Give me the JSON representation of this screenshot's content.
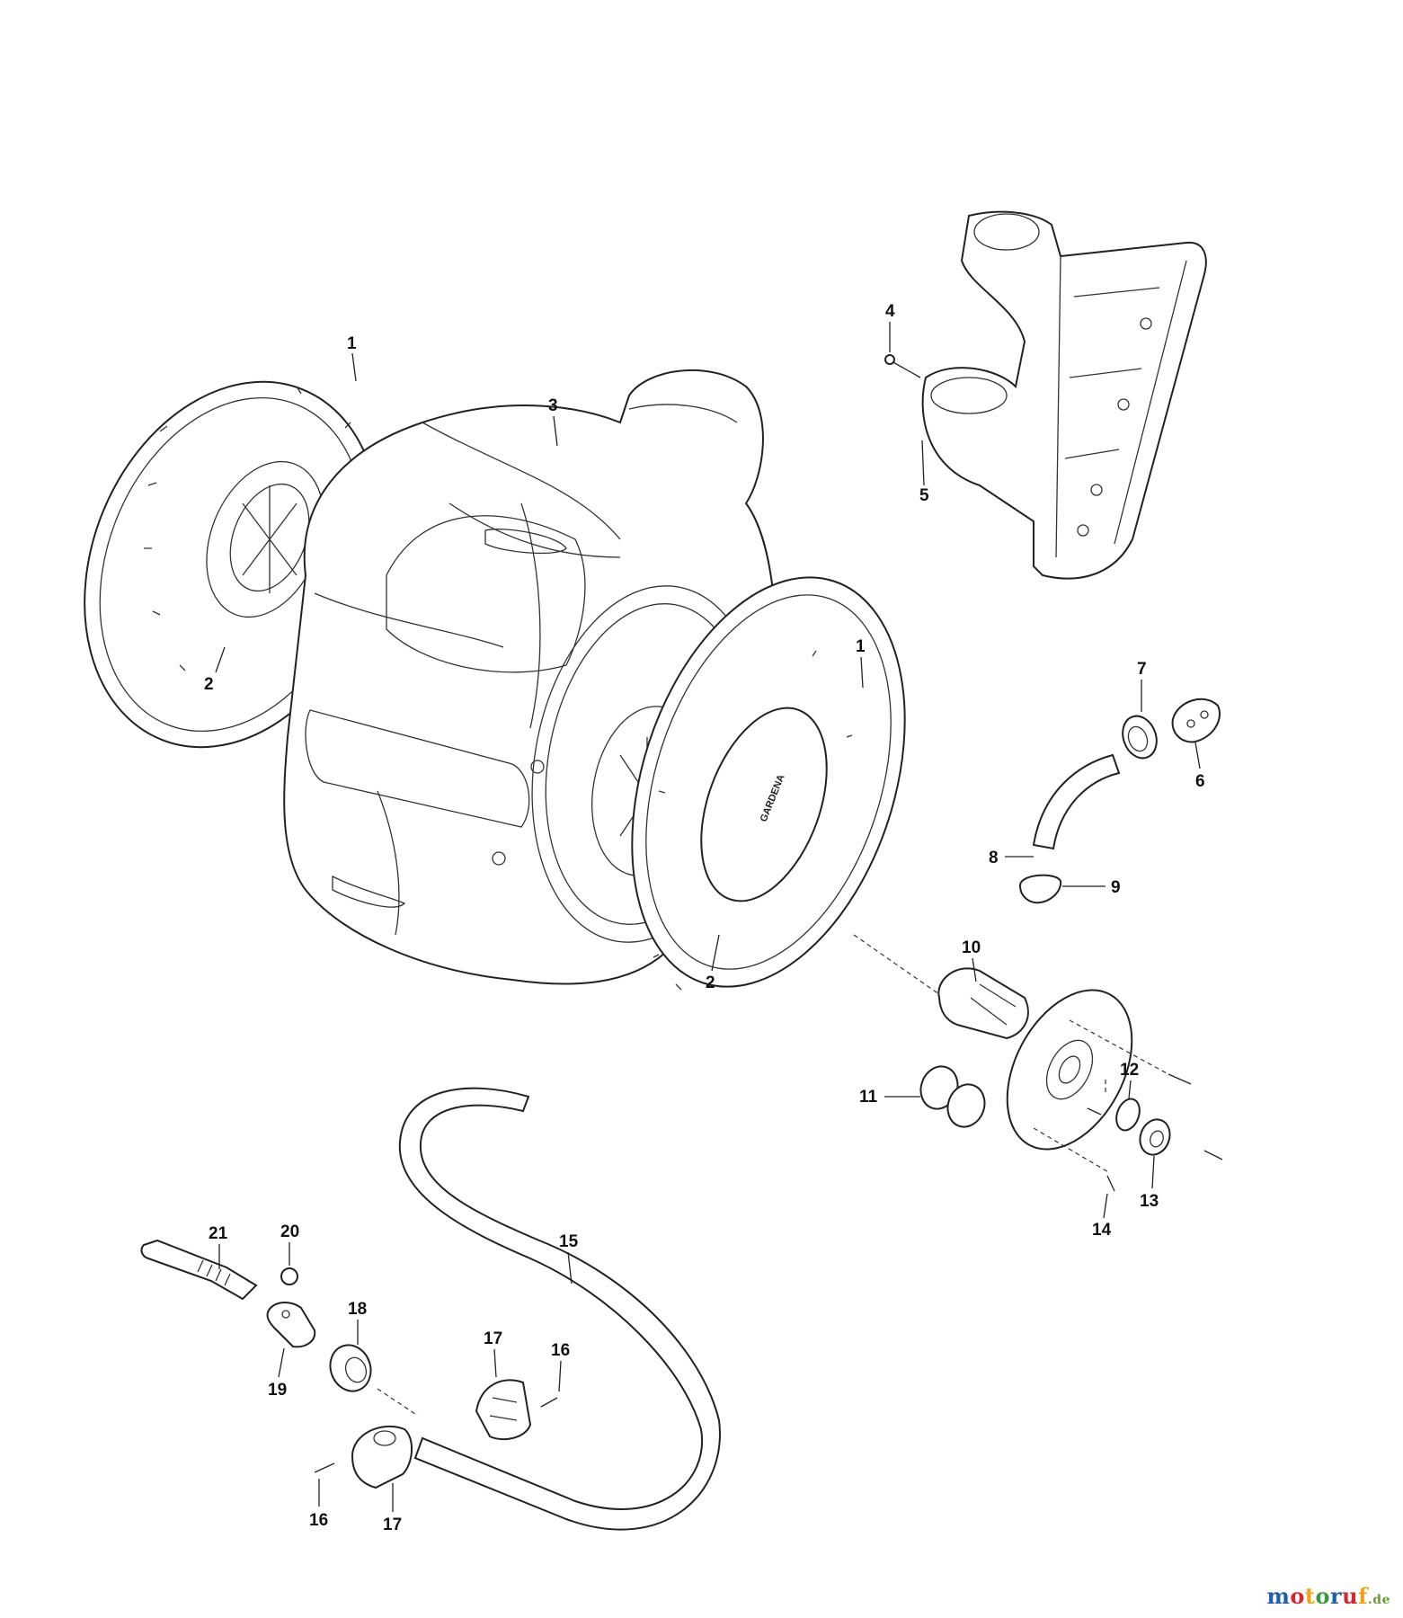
{
  "callouts": [
    "1",
    "2",
    "3",
    "4",
    "5",
    "1",
    "7",
    "6",
    "8",
    "9",
    "2",
    "10",
    "11",
    "12",
    "13",
    "14",
    "15",
    "21",
    "20",
    "18",
    "19",
    "17",
    "16",
    "16",
    "17"
  ],
  "watermark": {
    "main": "motoruf",
    "suffix": ".de",
    "colors": [
      "#1f5fa8",
      "#d9262a",
      "#f0a21a",
      "#3a9a3a"
    ]
  },
  "logo_text": "GARDENA"
}
